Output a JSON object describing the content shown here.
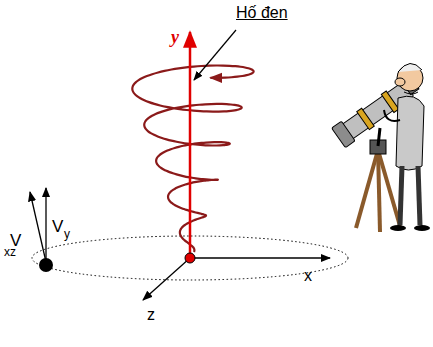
{
  "diagram": {
    "labels": [
      "Hố đen",
      "y",
      "V",
      "xz",
      "V",
      "y",
      "z",
      "x"
    ]
  }
}
